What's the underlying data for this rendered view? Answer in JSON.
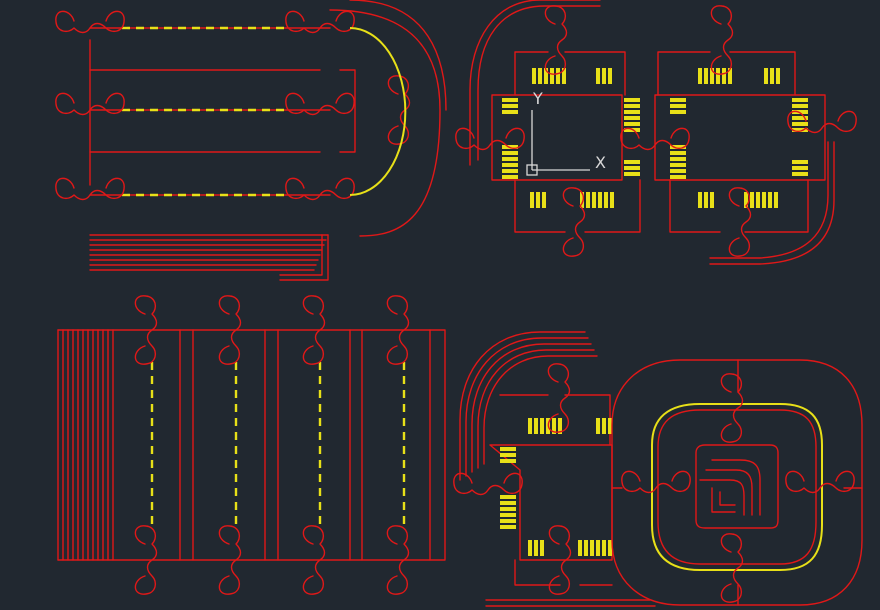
{
  "viewport": {
    "background_color": "#212830"
  },
  "colors": {
    "layer_red": "#e01818",
    "layer_yellow": "#e8e018",
    "ucs_icon": "#d8d8d8"
  },
  "ucs_icon": {
    "x_label": "X",
    "y_label": "Y"
  },
  "panels": [
    {
      "id": "panel-top-left",
      "kind": "serpentine-tracks",
      "dashed_lanes": 3
    },
    {
      "id": "panel-top-right",
      "kind": "twin-pad-blocks",
      "pad_groups": 2
    },
    {
      "id": "panel-bottom-left",
      "kind": "vertical-tracks",
      "dashed_lanes": 4
    },
    {
      "id": "panel-bottom-right",
      "kind": "rounded-ring-and-pad-block"
    }
  ]
}
